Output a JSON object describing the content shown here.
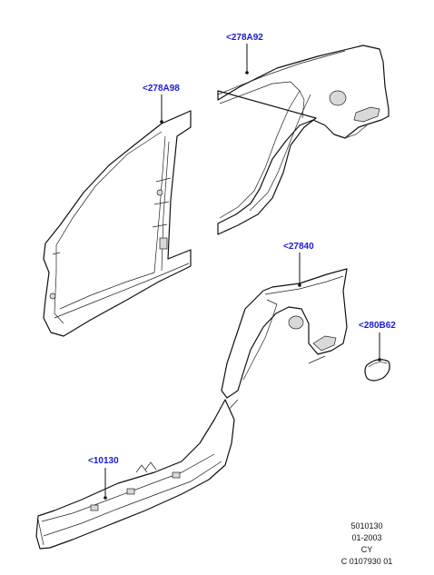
{
  "callouts": {
    "a_pillar": "<278A98",
    "quarter_panel_upper": "<278A92",
    "quarter_panel_lower": "<27840",
    "fuel_door": "<280B62",
    "sill": "<10130"
  },
  "reference": {
    "line1": "5010130",
    "line2": "01-2003",
    "line3": "CY",
    "line4": "C 0107930 01"
  },
  "colors": {
    "callout_text": "#1a1ad6",
    "line_art": "#111111"
  }
}
